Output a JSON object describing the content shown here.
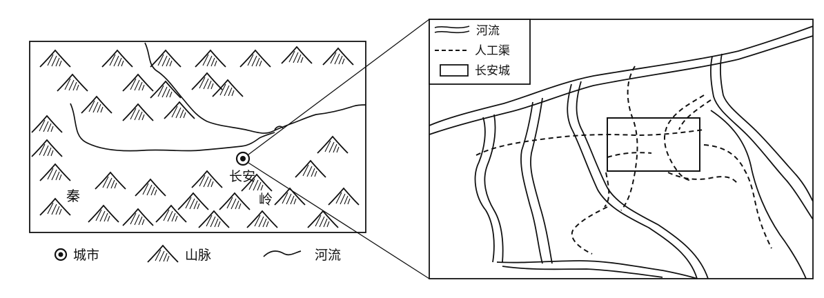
{
  "left_map": {
    "city_label": "长安",
    "mountain_label_1": "秦",
    "mountain_label_2": "岭"
  },
  "bottom_legend": {
    "city": "城市",
    "mountain": "山脉",
    "river": "河流"
  },
  "inset_legend": {
    "river": "河流",
    "canal": "人工渠",
    "city_wall": "长安城"
  },
  "colors": {
    "ink": "#111111",
    "background": "#ffffff"
  }
}
